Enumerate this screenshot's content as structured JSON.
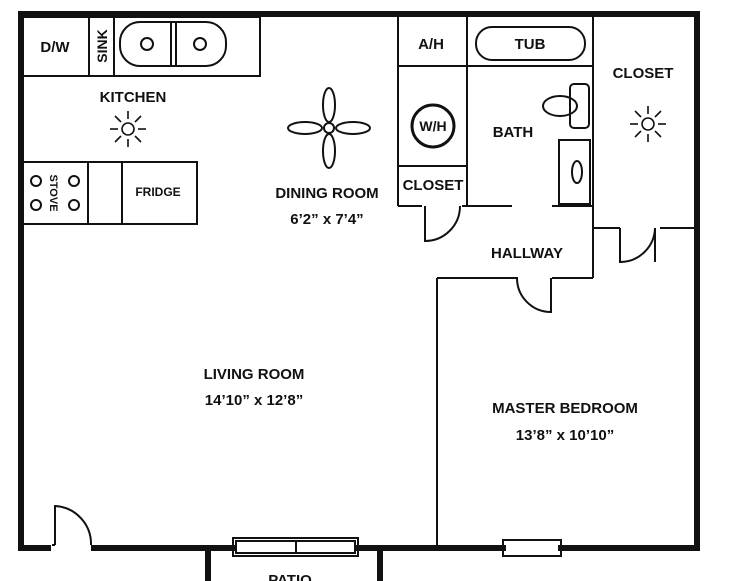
{
  "rooms": {
    "dw": "D/W",
    "sink": "SINK",
    "kitchen": "KITCHEN",
    "stove": "STOVE",
    "fridge": "FRIDGE",
    "dining": "DINING ROOM",
    "dining_size": "6’2” x 7’4”",
    "ah": "A/H",
    "tub": "TUB",
    "wh": "W/H",
    "bath": "BATH",
    "closet_hall": "CLOSET",
    "closet_bed": "CLOSET",
    "hallway": "HALLWAY",
    "living": "LIVING ROOM",
    "living_size": "14’10” x 12’8”",
    "master": "MASTER BEDROOM",
    "master_size": "13’8” x 10’10”",
    "patio": "PATIO"
  },
  "icons": [
    "light-fixture-icon",
    "ceiling-fan-icon",
    "door-swing-icon",
    "toilet-icon",
    "sink-icon",
    "window-icon"
  ]
}
